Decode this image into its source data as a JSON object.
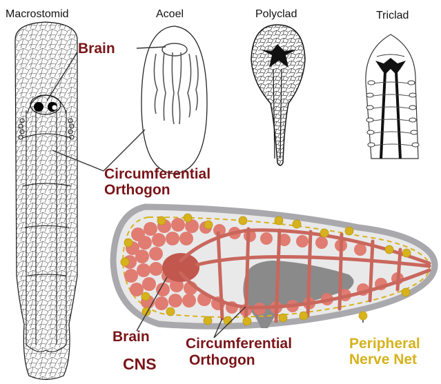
{
  "titles": {
    "macrostomid": "Macrostomid",
    "acoel": "Acoel",
    "polyclad": "Polyclad",
    "triclad": "Triclad"
  },
  "labels": {
    "brain_top": "Brain",
    "circumferential_top": "Circumferential",
    "orthogon_top": "Orthogon",
    "brain_bottom": "Brain",
    "cns": "CNS",
    "circumferential_bottom": "Circumferential",
    "orthogon_bottom": "Orthogon",
    "peripheral": "Peripheral",
    "nerve_net": "Nerve Net"
  },
  "colors": {
    "dark_red": "#7a1418",
    "salmon": "#e0776b",
    "gold": "#d6b21d",
    "outline_gray": "#a9a9ad",
    "gut_gray": "#8a8a8a"
  }
}
